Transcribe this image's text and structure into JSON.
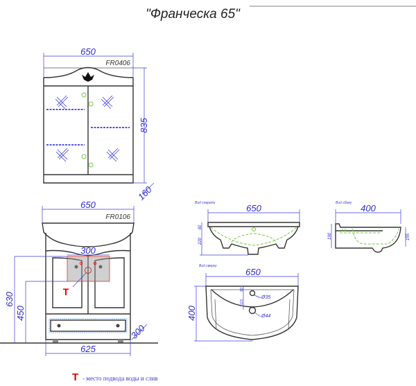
{
  "title": "\"Франческа 65\"",
  "mirror_cabinet": {
    "code": "FR0406",
    "width": "650",
    "height": "835",
    "depth": "160"
  },
  "vanity": {
    "code": "FR0106",
    "width": "650",
    "body_width": "625",
    "depth": "300",
    "zone_width": "300",
    "height_630": "630",
    "height_450": "450",
    "marker": "T"
  },
  "front_view": {
    "label": "Вид спереди",
    "width": "650",
    "dim_60": "60",
    "dim_220": "220"
  },
  "side_view": {
    "label": "Вид сбоку",
    "width": "400",
    "dim_190": "190",
    "dim_155": "155"
  },
  "top_view": {
    "label": "Вид сверху",
    "width": "650",
    "depth": "400",
    "dim_60": "60",
    "dim_115": "115",
    "hole_35": "Ø35",
    "hole_44": "Ø44"
  },
  "legend": {
    "marker": "T",
    "text": "- место подвода воды и слив"
  },
  "colors": {
    "dimension": "#2b2bd0",
    "marker": "#e00000",
    "hidden_line": "#7ac943"
  }
}
